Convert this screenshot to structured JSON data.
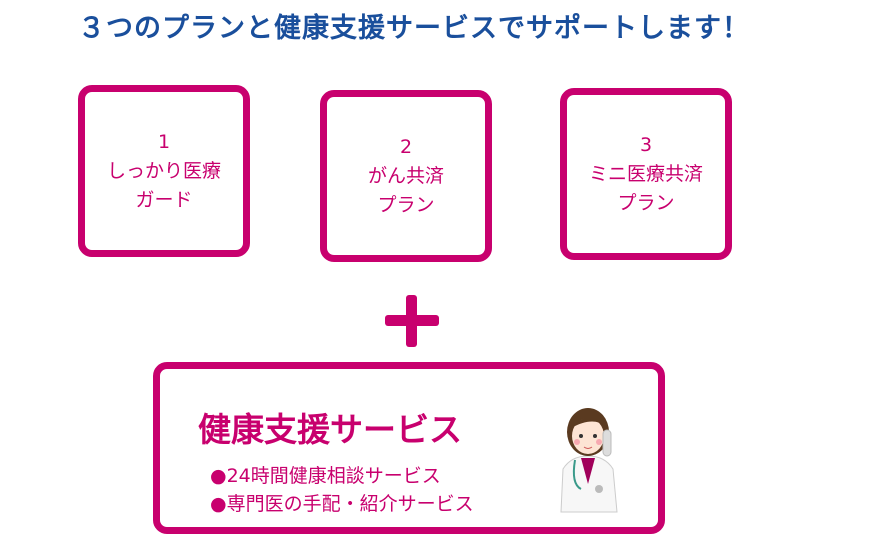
{
  "title": "３つのプランと健康支援サービスでサポートします！",
  "plans": [
    {
      "number": "1",
      "line1": "しっかり医療",
      "line2": "ガード"
    },
    {
      "number": "2",
      "line1": "がん共済",
      "line2": "プラン"
    },
    {
      "number": "3",
      "line1": "ミニ医療共済",
      "line2": "プラン"
    }
  ],
  "service": {
    "title": "健康支援サービス",
    "items": [
      "●24時間健康相談サービス",
      "●専門医の手配・紹介サービス"
    ]
  },
  "colors": {
    "accent": "#c8006e",
    "title": "#1a4f9c"
  }
}
